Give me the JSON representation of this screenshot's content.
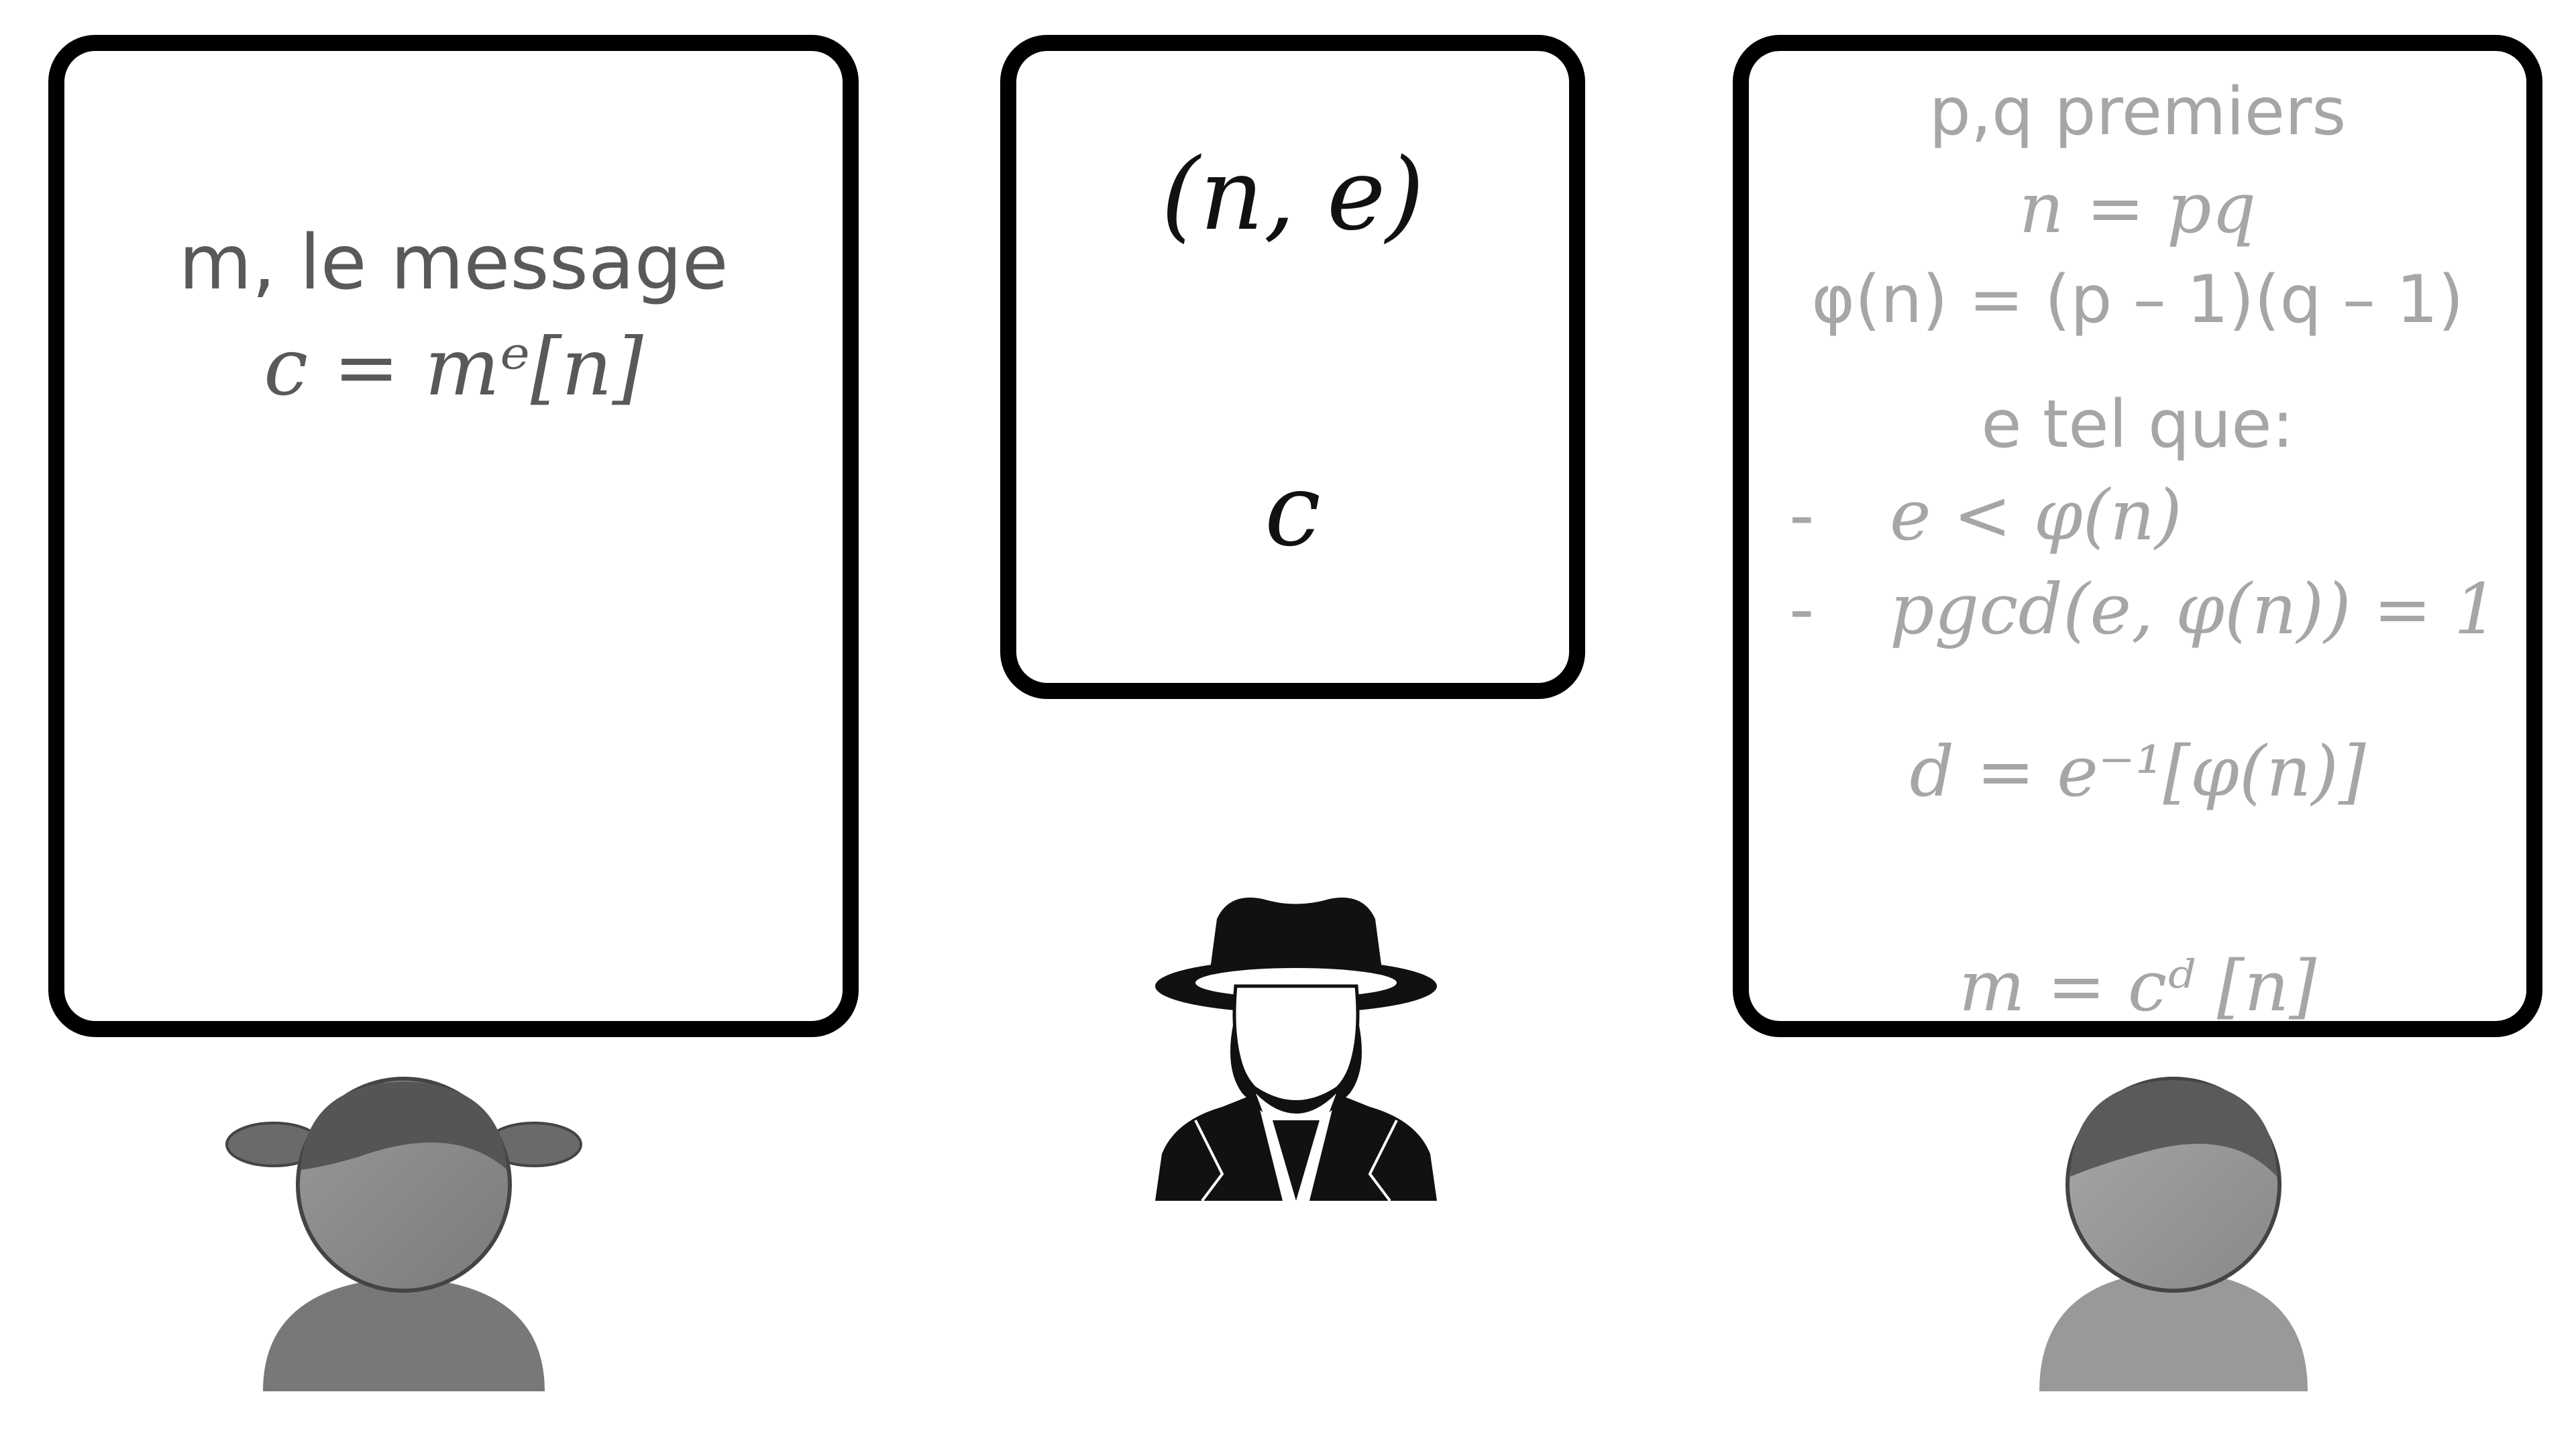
{
  "sender": {
    "line1": "m, le message",
    "line2": "c = mᵉ[n]"
  },
  "channel": {
    "public_key": "(n, e)",
    "ciphertext": "c"
  },
  "receiver": {
    "line1": "p,q premiers",
    "line2": "n = pq",
    "line3": "φ(n) = (p – 1)(q – 1)",
    "line4": "e tel que:",
    "bullets": [
      "e < φ(n)",
      "pgcd(e, φ(n)) = 1"
    ],
    "line5": "d = e⁻¹[φ(n)]",
    "line6": "m = cᵈ [n]"
  },
  "icons": {
    "alice": "girl-avatar-icon",
    "eve": "spy-icon",
    "bob": "boy-avatar-icon"
  },
  "colors": {
    "sender_text": "#595959",
    "channel_text": "#111111",
    "receiver_text": "#a6a6a6"
  }
}
